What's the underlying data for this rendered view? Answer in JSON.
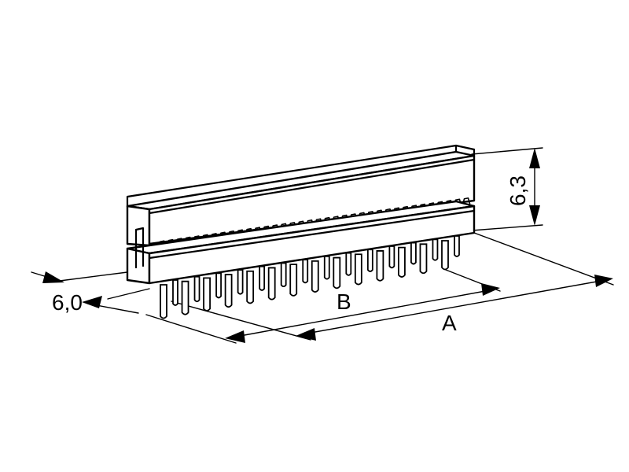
{
  "dimensions": {
    "height_label": "6,3",
    "depth_label": "6,0",
    "a_label": "A",
    "b_label": "B"
  },
  "connector": {
    "visible_front_pins": 14,
    "visible_top_contacts": 36
  },
  "colors": {
    "line": "#000000",
    "background": "#ffffff"
  }
}
